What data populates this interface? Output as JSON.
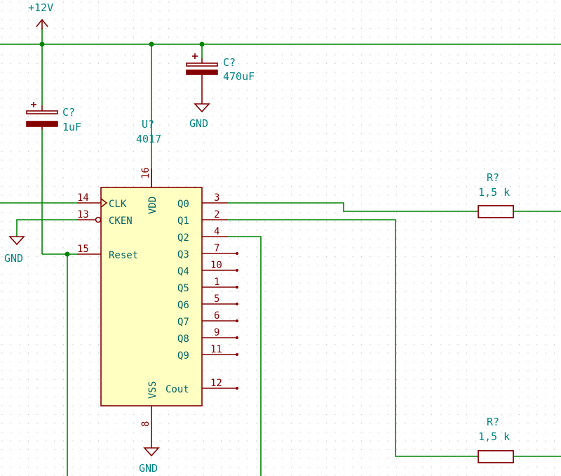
{
  "power": {
    "rail_label": "+12V"
  },
  "ground_label": "GND",
  "capacitors": [
    {
      "ref": "C?",
      "value": "470uF"
    },
    {
      "ref": "C?",
      "value": "1uF"
    }
  ],
  "ic": {
    "ref": "U?",
    "value": "4017",
    "vdd_label": "VDD",
    "vss_label": "VSS",
    "vdd_pin": "16",
    "vss_pin": "8",
    "left_pins": [
      {
        "num": "14",
        "label": "CLK"
      },
      {
        "num": "13",
        "label": "CKEN"
      },
      {
        "num": "15",
        "label": "Reset"
      }
    ],
    "right_pins": [
      {
        "num": "3",
        "label": "Q0"
      },
      {
        "num": "2",
        "label": "Q1"
      },
      {
        "num": "4",
        "label": "Q2"
      },
      {
        "num": "7",
        "label": "Q3"
      },
      {
        "num": "10",
        "label": "Q4"
      },
      {
        "num": "1",
        "label": "Q5"
      },
      {
        "num": "5",
        "label": "Q6"
      },
      {
        "num": "6",
        "label": "Q7"
      },
      {
        "num": "9",
        "label": "Q8"
      },
      {
        "num": "11",
        "label": "Q9"
      },
      {
        "num": "12",
        "label": "Cout"
      }
    ]
  },
  "resistors": [
    {
      "ref": "R?",
      "value": "1,5 k"
    },
    {
      "ref": "R?",
      "value": "1,5 k"
    }
  ],
  "colors": {
    "wire": "#008400",
    "symbol": "#840000",
    "symbol_fill": "#ffffc2",
    "pin_text": "#006464",
    "field_text": "#008484",
    "grid_dot": "#c8c8c8"
  }
}
